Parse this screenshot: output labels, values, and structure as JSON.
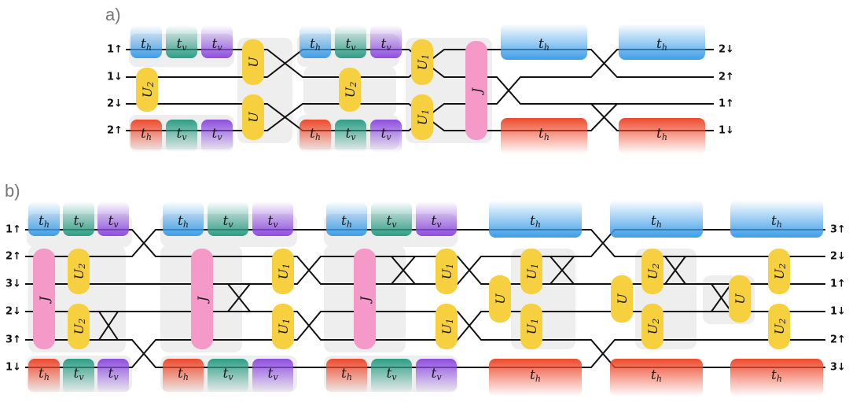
{
  "panels": [
    {
      "label": "a)",
      "left_labels": [
        "1↑",
        "1↓",
        "2↓",
        "2↑"
      ],
      "right_labels": [
        "2↓",
        "2↑",
        "1↑",
        "1↓"
      ]
    },
    {
      "label": "b)",
      "left_labels": [
        "1↑",
        "2↑",
        "3↓",
        "2↓",
        "3↑",
        "1↓"
      ],
      "right_labels": [
        "3↑",
        "2↓",
        "1↑",
        "1↓",
        "2↑",
        "3↓"
      ]
    }
  ],
  "gates": {
    "th": {
      "main": "t",
      "sub": "h"
    },
    "tv": {
      "main": "t",
      "sub": "v"
    },
    "U": {
      "main": "U",
      "sub": ""
    },
    "U1": {
      "main": "U",
      "sub": "1"
    },
    "U2": {
      "main": "U",
      "sub": "2"
    },
    "J": {
      "main": "J",
      "sub": ""
    }
  },
  "colors": {
    "th_top": "#3d9ee8",
    "th_bottom": "#ee4a2c",
    "tv_green": "#2e9e86",
    "tv_purple": "#8e4ee0",
    "U_yellow": "#f6d03e",
    "J_pink": "#f59ac8",
    "bg_box": "#eeeeee",
    "wire": "#111111"
  }
}
